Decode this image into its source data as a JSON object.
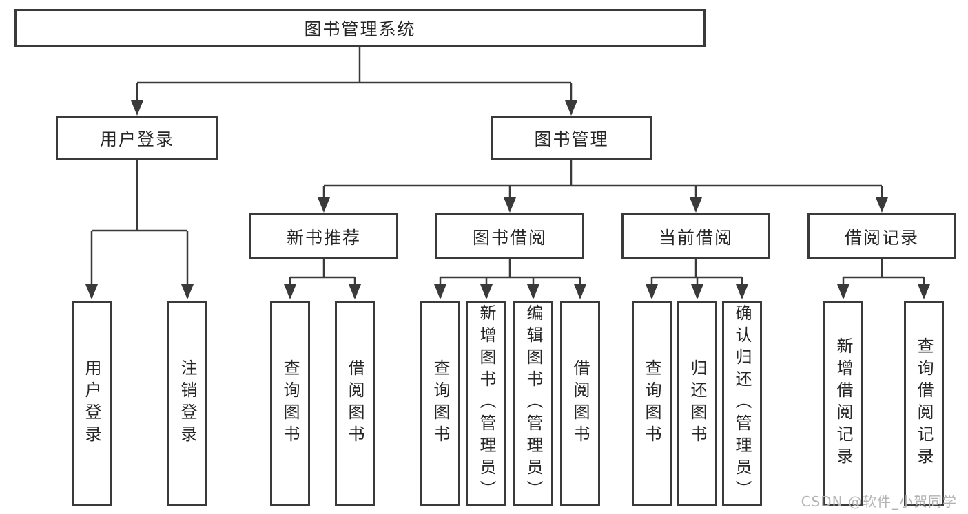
{
  "diagram": {
    "root": {
      "label": "图书管理系统"
    },
    "branches": [
      {
        "label": "用户登录",
        "leaves": [
          {
            "label": "用户登录"
          },
          {
            "label": "注销登录"
          }
        ]
      },
      {
        "label": "图书管理",
        "groups": [
          {
            "label": "新书推荐",
            "leaves": [
              {
                "label": "查询图书"
              },
              {
                "label": "借阅图书"
              }
            ]
          },
          {
            "label": "图书借阅",
            "leaves": [
              {
                "label": "查询图书"
              },
              {
                "label": "新增图书（管理员）"
              },
              {
                "label": "编辑图书（管理员）"
              },
              {
                "label": "借阅图书"
              }
            ]
          },
          {
            "label": "当前借阅",
            "leaves": [
              {
                "label": "查询图书"
              },
              {
                "label": "归还图书"
              },
              {
                "label": "确认归还（管理员）"
              }
            ]
          },
          {
            "label": "借阅记录",
            "leaves": [
              {
                "label": "新增借阅记录"
              },
              {
                "label": "查询借阅记录"
              }
            ]
          }
        ]
      }
    ]
  },
  "watermark": {
    "text": "CSDN @软件_小贺同学"
  },
  "colors": {
    "line": "#3a3a3a",
    "text": "#262626",
    "background": "#ffffff",
    "watermark": "#b3b3b3"
  }
}
